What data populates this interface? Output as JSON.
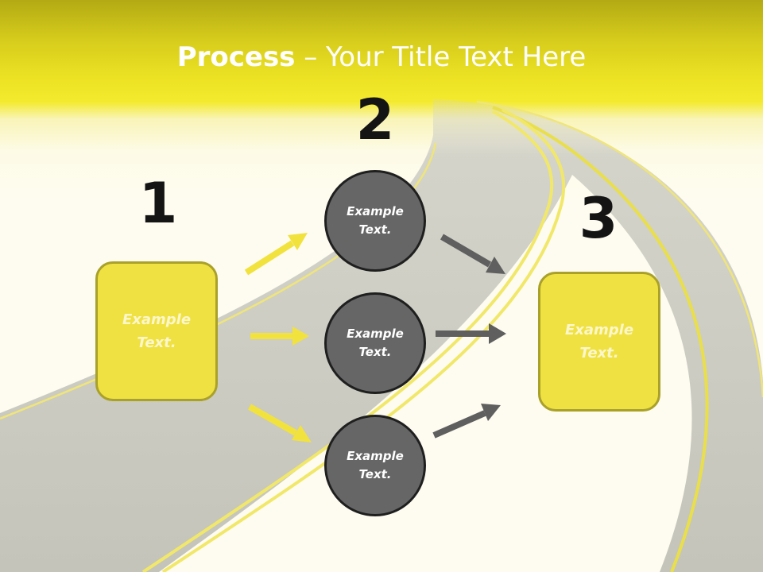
{
  "title": {
    "bold": "Process",
    "rest": " – Your Title Text Here"
  },
  "steps": [
    {
      "number": "1"
    },
    {
      "number": "2"
    },
    {
      "number": "3"
    }
  ],
  "boxes": [
    {
      "line1": "Example",
      "line2": "Text."
    },
    {
      "line1": "Example",
      "line2": "Text."
    }
  ],
  "circles": [
    {
      "line1": "Example",
      "line2": "Text."
    },
    {
      "line1": "Example",
      "line2": "Text."
    },
    {
      "line1": "Example",
      "line2": "Text."
    }
  ],
  "colors": {
    "accent_yellow": "#f0e142",
    "circle_gray": "#666666",
    "road_gray": "#c8c8be",
    "road_line": "#f1e86a"
  }
}
